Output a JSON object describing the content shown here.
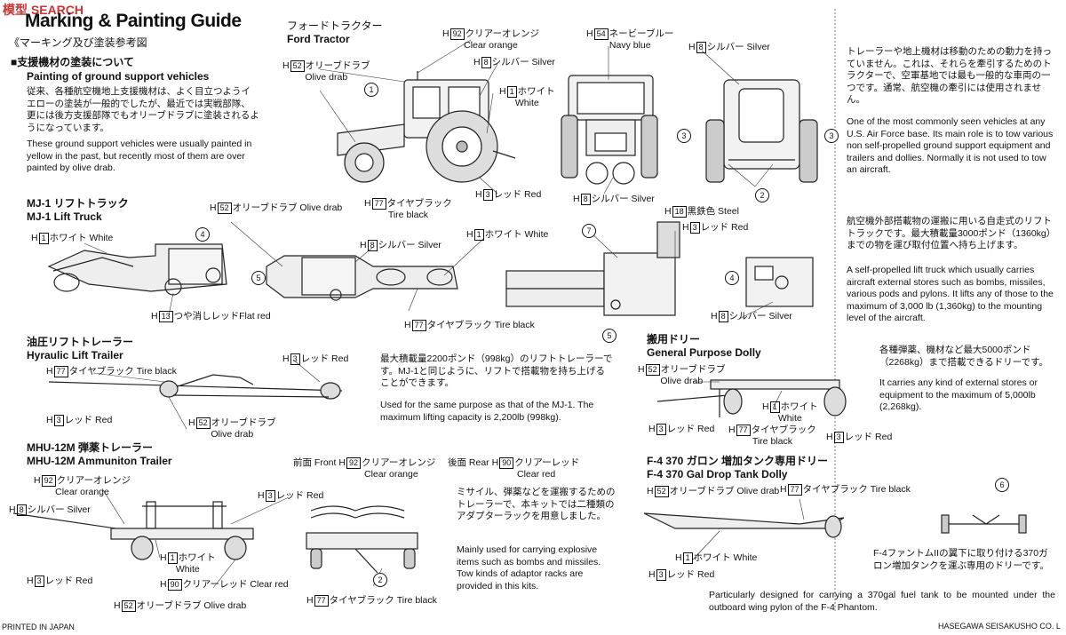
{
  "watermark": "模型 SEARCH",
  "title": "Marking & Painting Guide",
  "title_jp": "《マーキング及び塗装参考図",
  "support": {
    "heading_jp": "■支援機材の塗装について",
    "heading_en": "Painting of ground support vehicles",
    "jp": "従来、各種航空機地上支援機材は、よく目立つようイエローの塗装が一般的でしたが、最近では実戦部隊、更には後方支援部隊でもオリーブドラブに塗装されるようになっています。",
    "en": "These ground support vehicles were usually painted in yellow in the past, but recently most of them are over painted by olive drab."
  },
  "ford": {
    "title_jp": "フォードトラクター",
    "title_en": "Ford Tractor",
    "desc_jp": "トレーラーや地上機材は移動のための動力を持っていません。これは、それらを牽引するためのトラクターで、空軍基地では最も一般的な車両の一つです。通常、航空機の牽引には使用されません。",
    "desc_en": "One of the most commonly seen vehicles at any U.S. Air Force base. Its main role is to tow various non self-propelled ground support equipment and trailers and dollies. Normally it is not used to tow an aircraft."
  },
  "mj1": {
    "title_jp": "MJ-1 リフトトラック",
    "title_en": "MJ-1 Lift Truck",
    "desc_jp": "航空機外部搭載物の運搬に用いる自走式のリフトトラックです。最大積載量3000ポンド（1360kg）までの物を運び取付位置へ持ち上げます。",
    "desc_en": "A self-propelled lift truck which usually carries aircraft external stores such as bombs, missiles, various pods and pylons. It lifts any of those to the maximum of 3,000 lb (1,360kg) to the mounting level of the aircraft."
  },
  "hyd": {
    "title_jp": "油圧リフトトレーラー",
    "title_en": "Hyraulic Lift Trailer",
    "desc_jp": "最大積載量2200ポンド（998kg）のリフトトレーラーです。MJ-1と同じように、リフトで搭載物を持ち上げることができます。",
    "desc_en": "Used for the same purpose as that of the MJ-1. The maximum lifting capacity is 2,200lb (998kg)."
  },
  "dolly": {
    "title_jp": "搬用ドリー",
    "title_en": "General Purpose Dolly",
    "desc_jp": "各種弾薬、機材など最大5000ポンド（2268kg）まで搭載できるドリーです。",
    "desc_en": "It carries any kind of external stores or equipment to the maximum of 5,000lb (2,268kg)."
  },
  "mhu": {
    "title_jp": "MHU-12M 弾薬トレーラー",
    "title_en": "MHU-12M Ammuniton Trailer",
    "front": "前面 Front",
    "rear": "後面 Rear",
    "desc_jp": "ミサイル、弾薬などを運搬するためのトレーラーで、本キットでは二種類のアダプターラックを用意しました。",
    "desc_en": "Mainly used for carrying explosive items such as bombs and missiles. Tow kinds of adaptor racks are provided in this kits."
  },
  "f4": {
    "title_jp": "F-4 370 ガロン 増加タンク専用ドリー",
    "title_en": "F-4 370 Gal Drop Tank Dolly",
    "desc_jp": "F-4ファントムIIの翼下に取り付ける370ガロン増加タンクを運ぶ専用のドリーです。",
    "desc_en": "Particularly designed for carrying a 370gal fuel tank to be mounted under the outboard wing pylon of the F-4 Phantom."
  },
  "colors": {
    "h52": {
      "code": "52",
      "jp": "オリーブドラブ",
      "en": "Olive drab"
    },
    "h92": {
      "code": "92",
      "jp": "クリアーオレンジ",
      "en": "Clear orange"
    },
    "h8": {
      "code": "8",
      "jp": "シルバー",
      "en": "Silver"
    },
    "h1": {
      "code": "1",
      "jp": "ホワイト",
      "en": "White"
    },
    "h3": {
      "code": "3",
      "jp": "レッド",
      "en": "Red"
    },
    "h77": {
      "code": "77",
      "jp": "タイヤブラック",
      "en": "Tire black"
    },
    "h54": {
      "code": "54",
      "jp": "ネービーブルー",
      "en": "Navy blue"
    },
    "h13": {
      "code": "13",
      "jp": "つや消しレッド",
      "en": "Flat red"
    },
    "h18": {
      "code": "18",
      "jp": "黒鉄色",
      "en": "Steel"
    },
    "h90": {
      "code": "90",
      "jp": "クリアーレッド",
      "en": "Clear red"
    }
  },
  "footer_left": "PRINTED IN JAPAN",
  "footer_right": "HASEGAWA SEISAKUSHO CO. L"
}
